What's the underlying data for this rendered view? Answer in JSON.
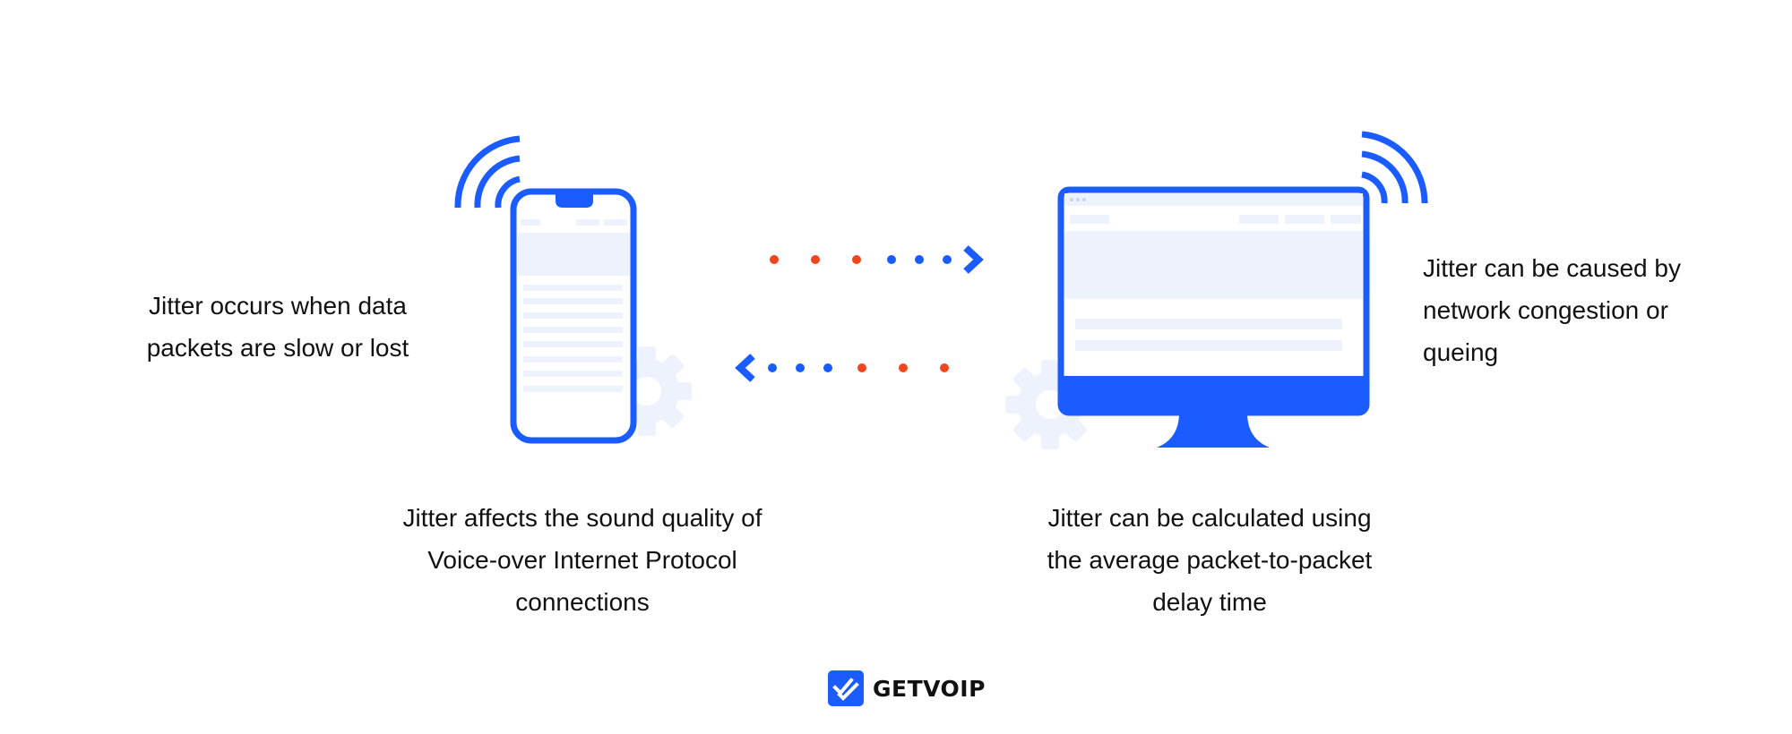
{
  "colors": {
    "primary": "#1a5cff",
    "light": "#eef2fd",
    "packet_red": "#f2441d",
    "text": "#111111"
  },
  "captions": {
    "left": [
      "Jitter occurs when data",
      "packets are slow or lost"
    ],
    "right": [
      "Jitter can be caused by",
      "network congestion or",
      "queing"
    ],
    "bottom_left": [
      "Jitter affects the sound quality of",
      "Voice-over Internet Protocol",
      "connections"
    ],
    "bottom_right": [
      "Jitter can be calculated using",
      "the average packet-to-packet",
      "delay time"
    ]
  },
  "brand": {
    "name": "GETVOIP",
    "icon": "double-check-icon"
  },
  "icons": [
    "wifi-signal-icon",
    "smartphone-icon",
    "gear-icon",
    "monitor-icon",
    "arrow-right-icon",
    "arrow-left-icon"
  ],
  "packets": {
    "top_row": [
      "red",
      "red",
      "red",
      "blue",
      "blue",
      "blue"
    ],
    "bottom_row": [
      "blue",
      "blue",
      "blue",
      "red",
      "red",
      "red"
    ]
  }
}
